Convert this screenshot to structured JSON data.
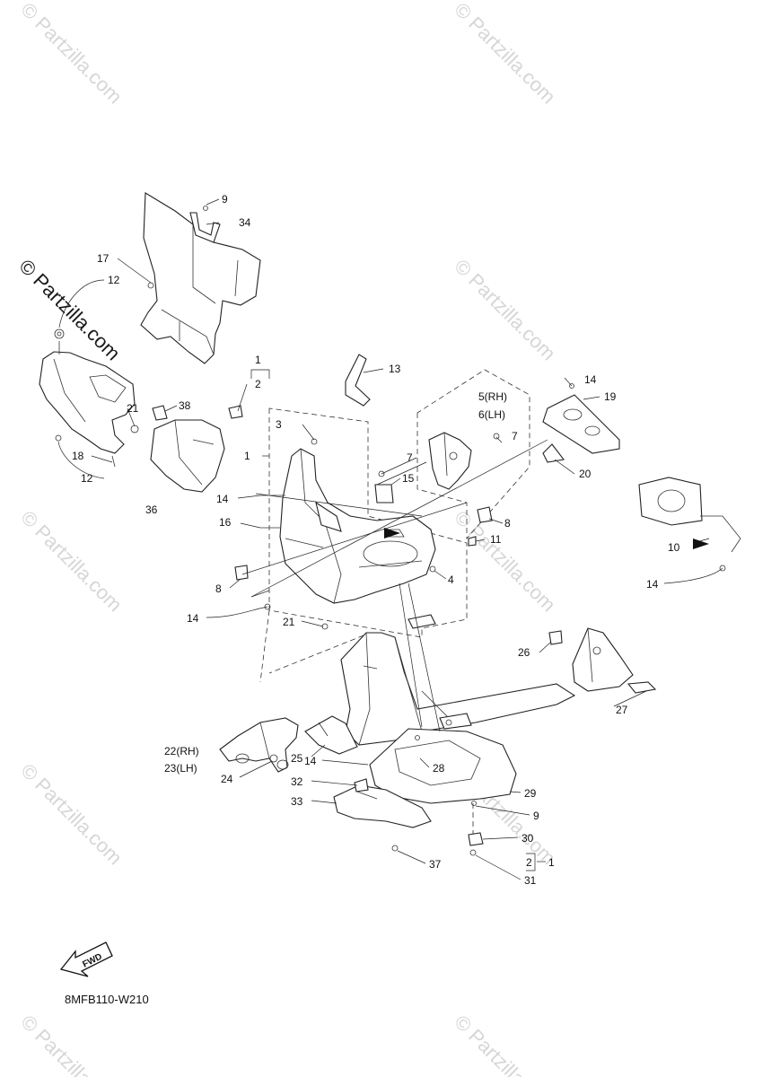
{
  "watermark": {
    "text": "© Partzilla.com"
  },
  "diagram_code": "8MFB110-W210",
  "fwd_label": "FWD",
  "callouts": {
    "c9a": "9",
    "c34": "34",
    "c17": "17",
    "c12a": "12",
    "c12b": "12",
    "c1a": "1",
    "c2a": "2",
    "c13": "13",
    "c14a": "14",
    "c19": "19",
    "c5": "5(RH)",
    "c6": "6(LH)",
    "c21a": "21",
    "c38": "38",
    "c3": "3",
    "c1b": "1",
    "c7a": "7",
    "c7b": "7",
    "c15": "15",
    "c20": "20",
    "c18": "18",
    "c14b": "14",
    "c36": "36",
    "c16": "16",
    "c8a": "8",
    "c11": "11",
    "c10": "10",
    "c8b": "8",
    "c4": "4",
    "c14c": "14",
    "c14d": "14",
    "c21b": "21",
    "c26": "26",
    "c27": "27",
    "c22": "22(RH)",
    "c23": "23(LH)",
    "c24": "24",
    "c25": "25",
    "c14e": "14",
    "c28": "28",
    "c32": "32",
    "c29": "29",
    "c33": "33",
    "c9b": "9",
    "c30": "30",
    "c37": "37",
    "c2b": "2",
    "c1c": "1",
    "c31": "31"
  }
}
